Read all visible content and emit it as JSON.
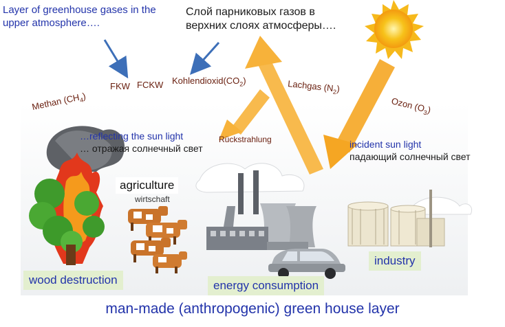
{
  "annotations": {
    "layer_en_line1": "Layer of greenhouse gases in the",
    "layer_en_line2": "upper atmosphere….",
    "layer_ru_line1": "Слой парниковых газов в",
    "layer_ru_line2": "верхних слоях атмосферы….",
    "reflect_en": "…reflecting the sun light",
    "reflect_ru": "… отражая солнечный свет",
    "incident_en": "incident sun light",
    "incident_ru": "падающий солнечный свет"
  },
  "gases": {
    "methan": "Methan (CH",
    "methan_sub": "4",
    "fkw": "FKW",
    "fckw": "FCKW",
    "kohlendioxid": "Kohlendioxid(CO",
    "kohlendioxid_sub": "2",
    "lachgas": "Lachgas (N",
    "lachgas_sub": "2",
    "ozon": "Ozon (O",
    "ozon_sub": "3"
  },
  "image_labels": {
    "rueckstrahlung": "Rückstrahlung",
    "wirtschaft": "wirtschaft"
  },
  "sources": {
    "wood_destruction": "wood destruction",
    "agriculture": "agriculture",
    "energy_consumption": "energy consumption",
    "industry": "industry"
  },
  "caption": "man-made (anthropogenic) green house layer",
  "colors": {
    "label_blue": "#2233aa",
    "gas_text": "#6a2010",
    "arrow_orange": "#f5a623",
    "sun_yellow": "#f7c21a",
    "label_box_green": "#e3efcf"
  }
}
